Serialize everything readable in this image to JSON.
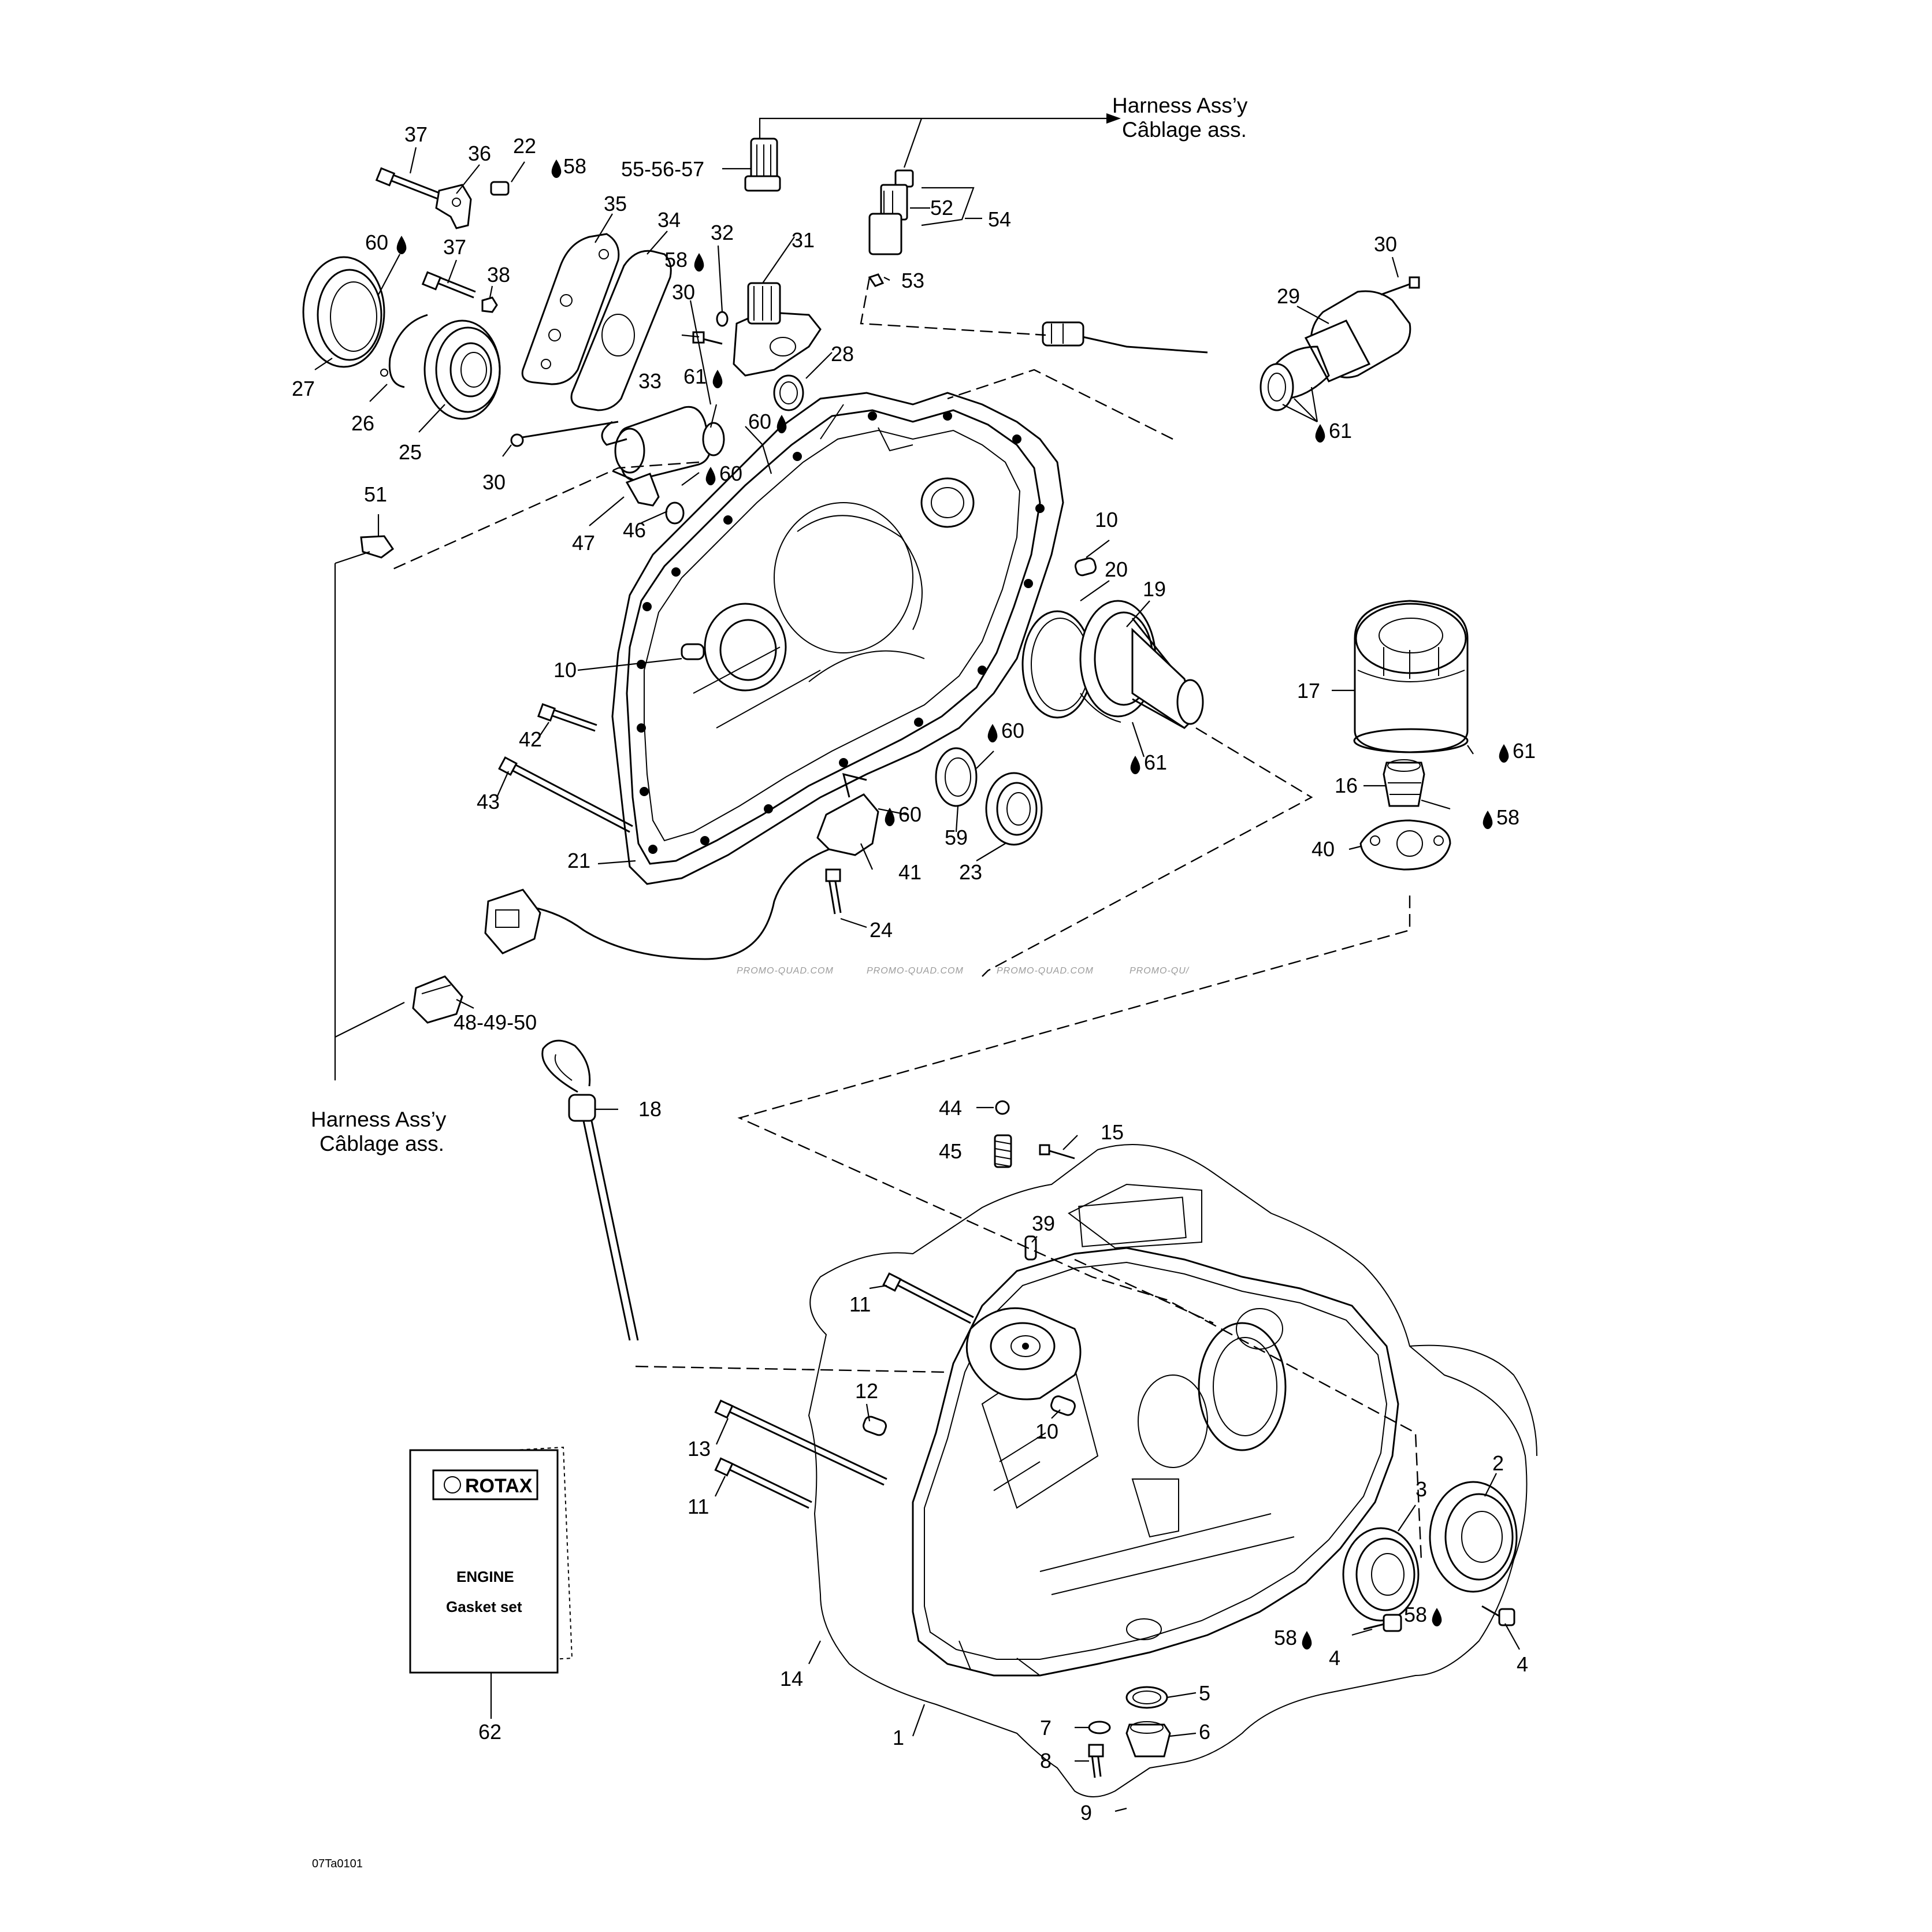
{
  "diagram": {
    "type": "exploded parts diagram",
    "image_code": "07Ta0101",
    "watermarks": [
      "PROMO-QUAD.COM",
      "PROMO-QUAD.COM",
      "PROMO-QUAD.COM",
      "PROMO-QU/"
    ],
    "harness_top": {
      "line1": "Harness Ass’y",
      "line2": "Câblage ass."
    },
    "harness_left": {
      "line1": "Harness Ass’y",
      "line2": "Câblage ass."
    },
    "booklet": {
      "brand": "ROTAX",
      "line1": "ENGINE",
      "line2": "Gasket set"
    },
    "callouts": [
      "37",
      "36",
      "22",
      "58",
      "35",
      "34",
      "32",
      "31",
      "60",
      "37",
      "38",
      "58",
      "30",
      "27",
      "26",
      "25",
      "33",
      "61",
      "28",
      "60",
      "30",
      "60",
      "47",
      "46",
      "51",
      "55-56-57",
      "52",
      "54",
      "53",
      "30",
      "29",
      "61",
      "10",
      "20",
      "19",
      "10",
      "42",
      "43",
      "21",
      "41",
      "60",
      "59",
      "23",
      "60",
      "24",
      "48-49-50",
      "61",
      "17",
      "61",
      "16",
      "58",
      "40",
      "18",
      "44",
      "45",
      "15",
      "39",
      "11",
      "12",
      "10",
      "13",
      "11",
      "14",
      "3",
      "2",
      "58",
      "4",
      "58",
      "4",
      "5",
      "7",
      "6",
      "8",
      "9",
      "1",
      "62"
    ]
  }
}
